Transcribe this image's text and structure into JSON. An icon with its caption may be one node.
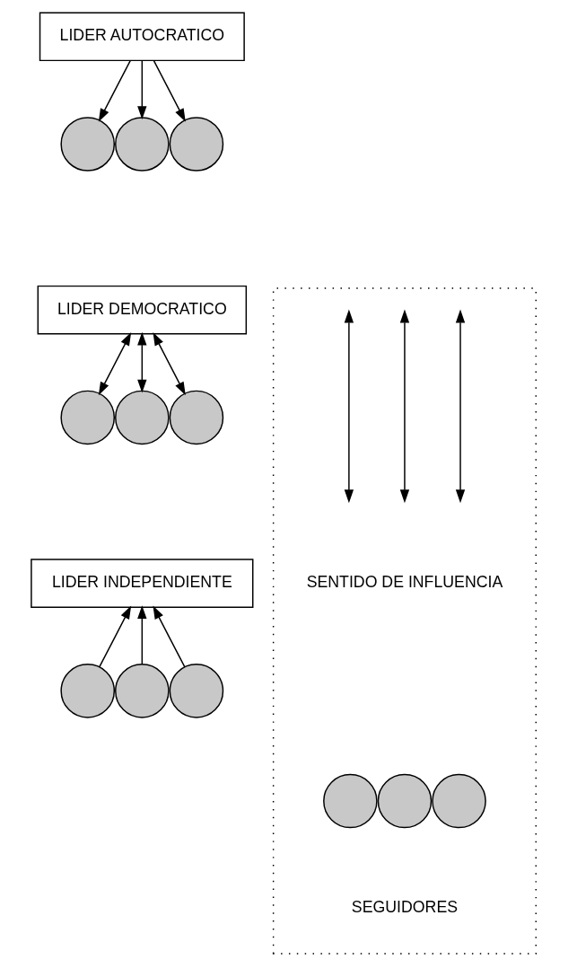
{
  "diagram": {
    "nodes": [
      {
        "text": [
          "LIDER AUTOCRATICO"
        ]
      },
      {
        "text": [],
        "shape": "circle"
      },
      {
        "text": [],
        "shape": "circle"
      },
      {
        "text": [],
        "shape": "circle"
      },
      {
        "text": [
          "LIDER DEMOCRATICO"
        ]
      },
      {
        "text": [],
        "shape": "circle"
      },
      {
        "text": [],
        "shape": "circle"
      },
      {
        "text": [],
        "shape": "circle"
      },
      {
        "text": [
          "LIDER INDEPENDIENTE"
        ]
      },
      {
        "text": [],
        "shape": "circle"
      },
      {
        "text": [],
        "shape": "circle"
      },
      {
        "text": [],
        "shape": "circle"
      },
      {
        "text": [],
        "shape": "box"
      },
      {
        "text": [],
        "shape": "circle",
        "in": 12
      },
      {
        "text": [],
        "shape": "circle",
        "in": 12
      },
      {
        "text": [],
        "shape": "circle",
        "in": 12
      }
    ],
    "edges": [
      {
        "from": 0,
        "to": 1,
        "arrow": "to"
      },
      {
        "from": 0,
        "to": 2,
        "arrow": "to"
      },
      {
        "from": 0,
        "to": 3,
        "arrow": "to"
      },
      {
        "from": 4,
        "to": 5,
        "arrow": "both"
      },
      {
        "from": 4,
        "to": 6,
        "arrow": "both"
      },
      {
        "from": 4,
        "to": 7,
        "arrow": "both"
      },
      {
        "from": 9,
        "to": 8,
        "arrow": "to"
      },
      {
        "from": 10,
        "to": 8,
        "arrow": "to"
      },
      {
        "from": 11,
        "to": 8,
        "arrow": "to"
      }
    ],
    "legend": [
      {
        "text": "SENTIDO DE INFLUENCIA"
      },
      {
        "text": "SEGUIDORES"
      }
    ]
  }
}
